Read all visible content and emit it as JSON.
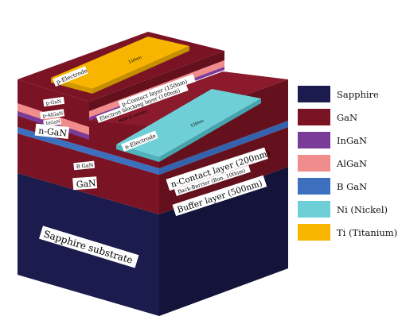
{
  "diagram": {
    "labels": {
      "sapphire_substrate": "Sapphire substrate",
      "gan": "GaN",
      "buffer_layer": "Buffer layer (500nm)",
      "back_barrier": "Back-Barrier (Bon. 100nm)",
      "b_gan": "B GaN",
      "n_gan": "n-GaN",
      "n_contact": "n-Contact layer (200nm)",
      "n_electrode": "n-Electrode",
      "n_electrode_thickness": "110nm",
      "p_gan": "p-GaN",
      "p_algan": "p-AlGaN",
      "ingan": "InGaN",
      "electron_blocking": "Electron blocking layer (100nm)",
      "mqw": "MQW (5 periods)",
      "p_contact": "p-Contact layer (150nm)",
      "p_electrode": "p-Electrode",
      "p_electrode_thickness": "110nm"
    }
  },
  "legend": {
    "items": [
      {
        "label": "Sapphire",
        "color": "#1b1b4d"
      },
      {
        "label": "GaN",
        "color": "#7a1424"
      },
      {
        "label": "InGaN",
        "color": "#7b3b98"
      },
      {
        "label": "AlGaN",
        "color": "#f08c8c"
      },
      {
        "label": "B GaN",
        "color": "#3d6fbf"
      },
      {
        "label": "Ni (Nickel)",
        "color": "#6fcfd6"
      },
      {
        "label": "Ti (Titanium)",
        "color": "#f7b500"
      }
    ]
  }
}
